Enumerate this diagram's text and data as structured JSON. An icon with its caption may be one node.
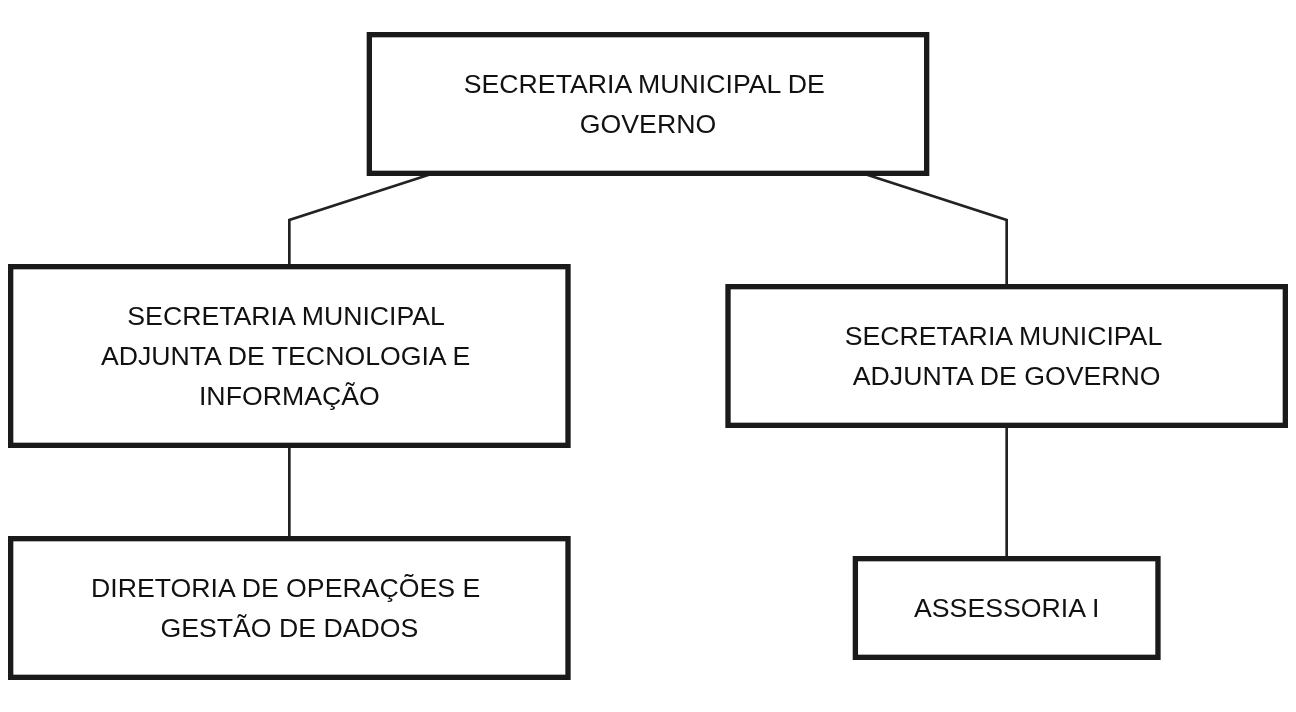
{
  "diagram": {
    "nodes": [
      {
        "text": [
          "SECRETARIA MUNICIPAL DE GOVERNO"
        ]
      },
      {
        "text": [
          "SECRETARIA MUNICIPAL ADJUNTA DE TECNOLOGIA E INFORMAÇÃO"
        ]
      },
      {
        "text": [
          "SECRETARIA MUNICIPAL ADJUNTA DE GOVERNO"
        ]
      },
      {
        "text": [
          "DIRETORIA DE OPERAÇÕES E GESTÃO DE DADOS"
        ]
      },
      {
        "text": [
          "ASSESSORIA I"
        ]
      }
    ],
    "edges": [
      {
        "from": 0,
        "to": 1,
        "arrow": "none"
      },
      {
        "from": 0,
        "to": 2,
        "arrow": "none"
      },
      {
        "from": 1,
        "to": 3,
        "arrow": "none"
      },
      {
        "from": 2,
        "to": 4,
        "arrow": "none"
      }
    ]
  }
}
